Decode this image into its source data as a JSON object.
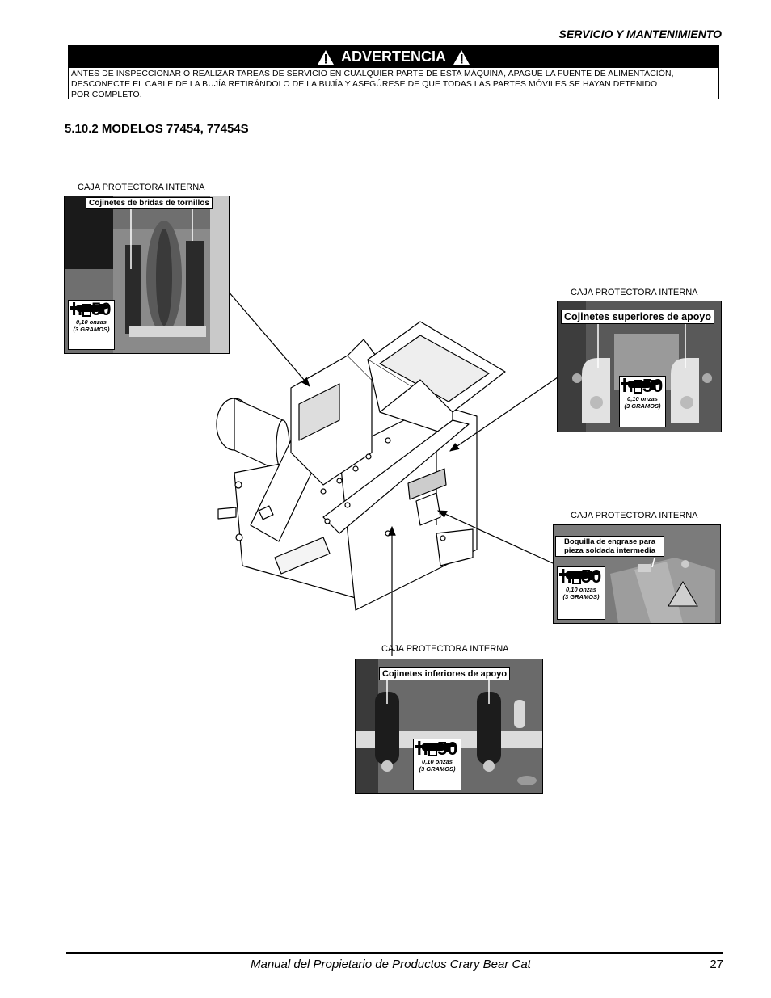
{
  "header": {
    "section": "SERVICIO Y MANTENIMIENTO"
  },
  "warning": {
    "title": "ADVERTENCIA",
    "lines": [
      "ANTES DE INSPECCIONAR O REALIZAR TAREAS DE SERVICIO EN CUALQUIER PARTE DE ESTA MÁQUINA, APAGUE LA FUENTE DE ALIMENTACIÓN,",
      "DESCONECTE EL CABLE DE LA BUJÍA RETIRÁNDOLO DE LA BUJÍA Y ASEGÚRESE DE QUE TODAS LAS PARTES MÓVILES SE HAYAN DETENIDO",
      "POR COMPLETO."
    ]
  },
  "subsection": {
    "title": "5.10.2  MODELOS 77454, 77454S"
  },
  "grease": {
    "symbol_h": "h",
    "symbol_hours": "50",
    "amount": "0,10 onzas",
    "amount_grams": "(3 GRAMOS)"
  },
  "panels": [
    {
      "caption": "CAJA PROTECTORA INTERNA",
      "label": "Cojinetes de bridas de tornillos"
    },
    {
      "caption": "CAJA PROTECTORA INTERNA",
      "label": "Cojinetes superiores de apoyo"
    },
    {
      "caption": "CAJA PROTECTORA INTERNA",
      "label_line1": "Boquilla de engrase para",
      "label_line2": "pieza soldada intermedia"
    },
    {
      "caption": "CAJA PROTECTORA INTERNA",
      "label": "Cojinetes inferiores de apoyo"
    }
  ],
  "footer": {
    "manual": "Manual del Propietario de Productos Crary Bear Cat",
    "page": "27"
  }
}
